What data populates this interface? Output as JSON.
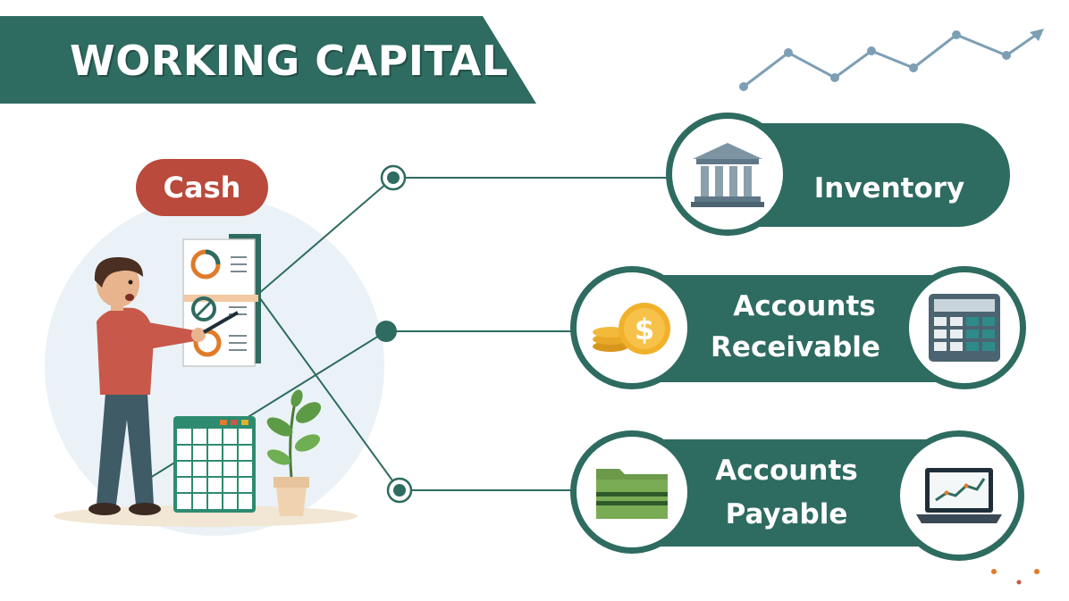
{
  "title": "WORKING CAPITAL",
  "center": {
    "label": "Cash"
  },
  "categories": [
    {
      "label": "Inventory",
      "icon": "bank-building-icon"
    },
    {
      "label_line1": "Accounts",
      "label_line2": "Receivable",
      "icons": [
        "coins-dollar-icon",
        "calculator-icon"
      ]
    },
    {
      "label_line1": "Accounts",
      "label_line2": "Payable",
      "icons": [
        "folder-icon",
        "laptop-chart-icon"
      ]
    }
  ],
  "colors": {
    "teal": "#2e6b60",
    "cash_red": "#b94a3c",
    "chart_line": "#7d9fb5",
    "accent_orange": "#e07b2a"
  }
}
